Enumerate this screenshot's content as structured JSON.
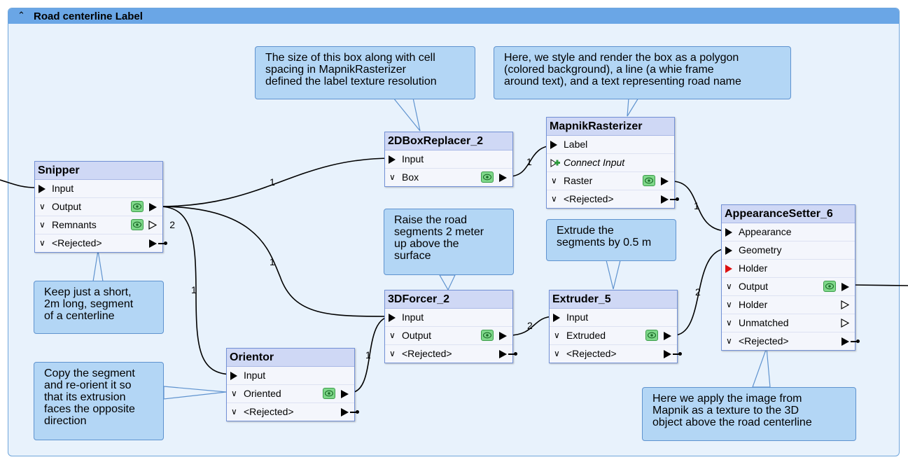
{
  "group": {
    "title": "Road centerline Label",
    "collapse_icon": "chevron-up-icon"
  },
  "notes": {
    "box_size": "The size of this box along with cell\nspacing in MapnikRasterizer\ndefined the label texture resolution",
    "style_render": "Here, we style and render the box as a polygon\n(colored background), a line (a whie frame\naround text), and a text representing road name",
    "keep_short": "Keep just a short,\n2m long, segment\nof a centerline",
    "raise": "Raise the road\nsegments 2 meter\nup above the\nsurface",
    "extrude": "Extrude the\nsegments by 0.5 m",
    "copy": "Copy the segment\nand re-orient it so\nthat its extrusion\nfaces the opposite\ndirection",
    "apply": "Here we apply the image from\nMapnik as a texture to the 3D\nobject above the road centerline"
  },
  "transformers": {
    "snipper": {
      "title": "Snipper",
      "ports": [
        "Input",
        "Output",
        "Remnants",
        "<Rejected>"
      ],
      "remnants_count": "2"
    },
    "boxreplacer": {
      "title": "2DBoxReplacer_2",
      "ports": [
        "Input",
        "Box"
      ]
    },
    "mapnik": {
      "title": "MapnikRasterizer",
      "ports": [
        "Label",
        "Connect Input",
        "Raster",
        "<Rejected>"
      ]
    },
    "forcer": {
      "title": "3DForcer_2",
      "ports": [
        "Input",
        "Output",
        "<Rejected>"
      ]
    },
    "extruder": {
      "title": "Extruder_5",
      "ports": [
        "Input",
        "Extruded",
        "<Rejected>"
      ]
    },
    "orientor": {
      "title": "Orientor",
      "ports": [
        "Input",
        "Oriented",
        "<Rejected>"
      ]
    },
    "appearance": {
      "title": "AppearanceSetter_6",
      "ports": [
        "Appearance",
        "Geometry",
        "Holder",
        "Output",
        "Holder",
        "Unmatched",
        "<Rejected>"
      ]
    }
  },
  "wire_counts": {
    "snipper_to_box": "1",
    "snipper_to_forcer": "1",
    "snipper_to_orientor": "1",
    "box_to_mapnik": "1",
    "mapnik_to_appearance": "1",
    "forcer_to_extruder": "2",
    "orientor_to_forcer": "1",
    "extruder_to_appearance": "2"
  },
  "icons": {
    "input_arrow": "input-port-arrow-icon",
    "output_arrow": "output-port-arrow-icon",
    "inspect": "eye-icon",
    "expand": "chevron-down-icon",
    "connect": "connect-input-plus-icon"
  },
  "colors": {
    "group_header": "#6aa6e6",
    "group_bg": "#e8f2fc",
    "note_bg": "#b3d6f5",
    "transformer_title_bg": "#cfd8f5",
    "inspect_green": "#7fd88a",
    "required_port_red": "#d11111"
  }
}
